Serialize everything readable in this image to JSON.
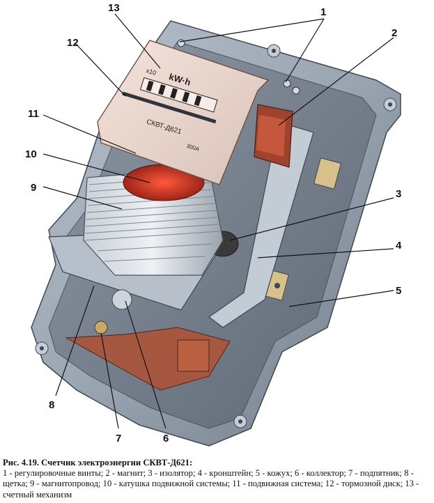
{
  "figure": {
    "plate": {
      "units_label": "x10",
      "units": "kW·h",
      "model": "СКВТ-Д621",
      "current_rating": "300A"
    },
    "callouts": [
      "1",
      "2",
      "3",
      "4",
      "5",
      "6",
      "7",
      "8",
      "9",
      "10",
      "11",
      "12",
      "13"
    ]
  },
  "caption": {
    "title": "Рис. 4.19. Счетчик электроэнергии СКВТ-Д621:",
    "text": "1 - регулировочные винты; 2 - магнит; 3 - изолятор; 4 - кронштейн; 5 - кожух; 6 - коллектор; 7 - подпятник; 8 - щетка; 9 - магнитопровод; 10 - катушка подвижной системы; 11 - подвижная система; 12 - тормозной диск; 13 - счетный механизм"
  }
}
